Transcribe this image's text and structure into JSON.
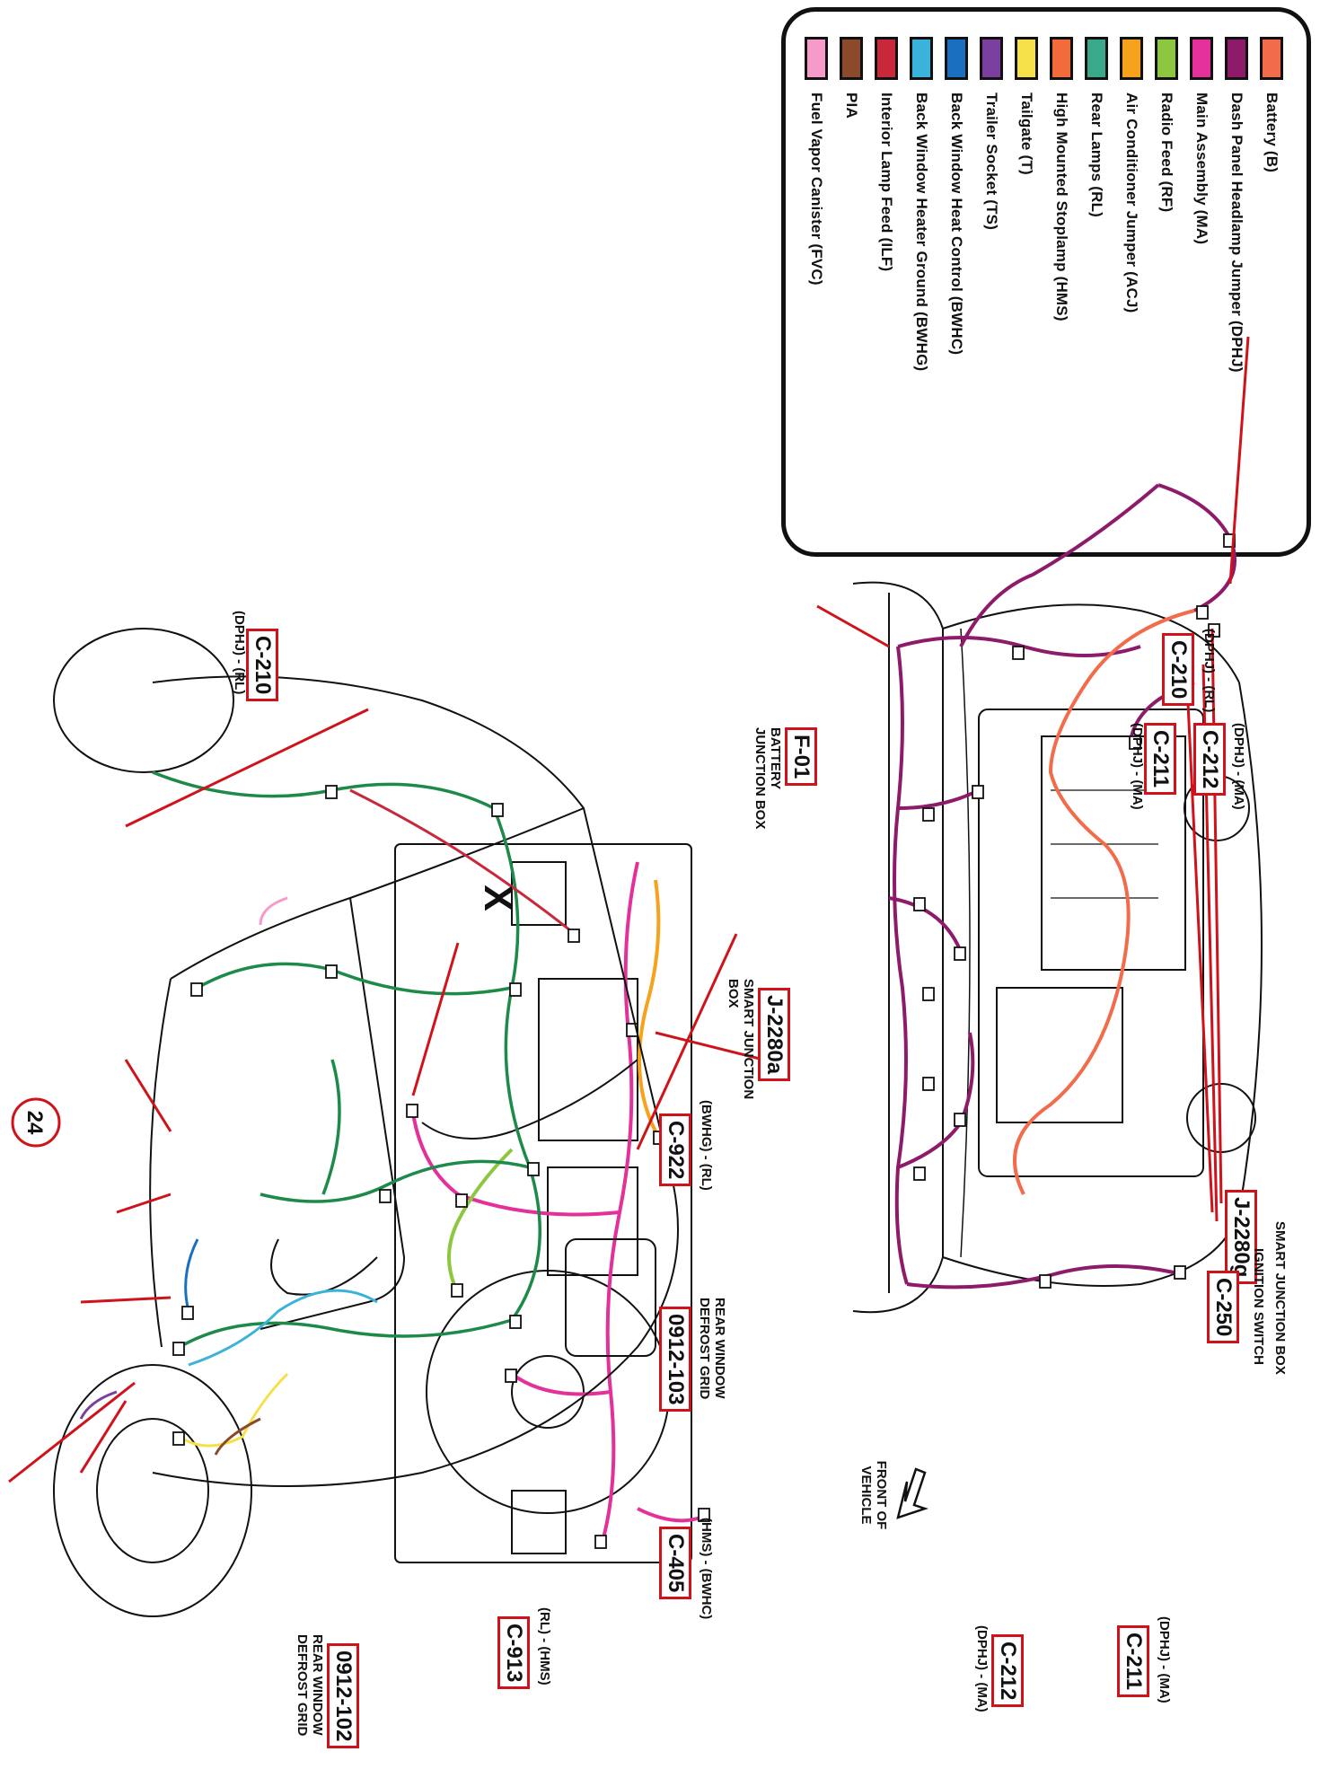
{
  "legend": {
    "items": [
      {
        "label": "Battery (B)",
        "color": "#f26b4a"
      },
      {
        "label": "Dash Panel Headlamp Jumper (DPHJ)",
        "color": "#8e1a6a"
      },
      {
        "label": "Main Assembly (MA)",
        "color": "#e4319a"
      },
      {
        "label": "Radio Feed (RF)",
        "color": "#8dc63f"
      },
      {
        "label": "Air Conditioner Jumper   (ACJ)",
        "color": "#f7a21b"
      },
      {
        "label": "Rear Lamps (RL)",
        "color": "#3aa88a"
      },
      {
        "label": "High Mounted Stoplamp (HMS)",
        "color": "#f26b3a"
      },
      {
        "label": "Tailgate (T)",
        "color": "#f6e04a"
      },
      {
        "label": "Trailer Socket  (TS)",
        "color": "#7b3fa0"
      },
      {
        "label": "Back Window Heat Control (BWHC)",
        "color": "#1a6fc0"
      },
      {
        "label": "Back Window Heater Ground (BWHG)",
        "color": "#39b3d9"
      },
      {
        "label": "Interior Lamp Feed (ILF)",
        "color": "#c8283a"
      },
      {
        "label": "PIA",
        "color": "#8b4a2b"
      },
      {
        "label": "Fuel Vapor Canister (FVC)",
        "color": "#f59ac9"
      }
    ]
  },
  "engine_bay": {
    "title": "SMART JUNCTION BOX",
    "callouts": [
      {
        "id": "J-2280g",
        "sub": ""
      },
      {
        "id": "C-210",
        "sub": "(DPHJ) - (RL)"
      },
      {
        "id": "C-212",
        "sub": "(DPHJ) - (MA)"
      },
      {
        "id": "C-211",
        "sub": "(DPHJ) - (MA)"
      },
      {
        "id": "F-01",
        "sub": "BATTERY JUNCTION BOX"
      }
    ]
  },
  "rear_body": {
    "x_mark": "X",
    "callouts": [
      {
        "id": "C-210",
        "sub": "(DPHJ) - (RL)"
      },
      {
        "id": "C-922",
        "sub": "(BWHG) - (RL)"
      },
      {
        "id": "0912-103",
        "sub": "REAR WINDOW DEFROST GRID"
      },
      {
        "id": "C-405",
        "sub": "(HMS) - (BWHC)"
      },
      {
        "id": "C-913",
        "sub": "(RL) - (HMS)"
      },
      {
        "id": "0912-102",
        "sub": "REAR WINDOW DEFROST GRID"
      }
    ],
    "badge": "24"
  },
  "dash_panel": {
    "callouts": [
      {
        "id": "J-2280a",
        "sub": "SMART JUNCTION BOX"
      },
      {
        "id": "C-250",
        "sub": "IGNITION SWITCH"
      },
      {
        "id": "C-211",
        "sub": "(DPHJ) - (MA)"
      },
      {
        "id": "C-212",
        "sub": "(DPHJ) - (MA)"
      }
    ],
    "front_label": "FRONT OF VEHICLE"
  }
}
